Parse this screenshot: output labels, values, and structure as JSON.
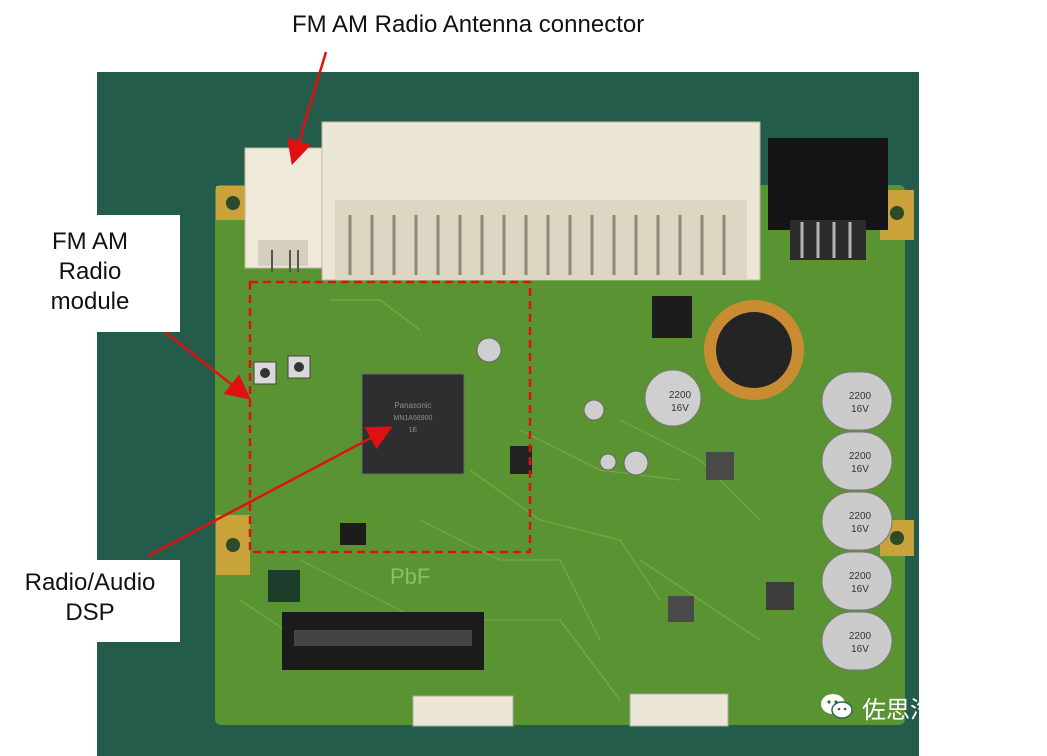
{
  "labels": {
    "antenna": "FM AM Radio Antenna connector",
    "module_lines": [
      "FM AM",
      "Radio",
      "module"
    ],
    "dsp_lines": [
      "Radio/Audio",
      "DSP"
    ]
  },
  "chip_text": {
    "brand": "Panasonic",
    "part": "MN1A56900",
    "code": "1E"
  },
  "capacitor_text": [
    "2200",
    "16V"
  ],
  "board_text": [
    "PbF"
  ],
  "watermark": {
    "icon": "wechat-icon",
    "text": "佐思汽车研究"
  },
  "colors": {
    "annotation": "#e01010",
    "pcb": "#4f8a2c",
    "background": "#ffffff"
  }
}
